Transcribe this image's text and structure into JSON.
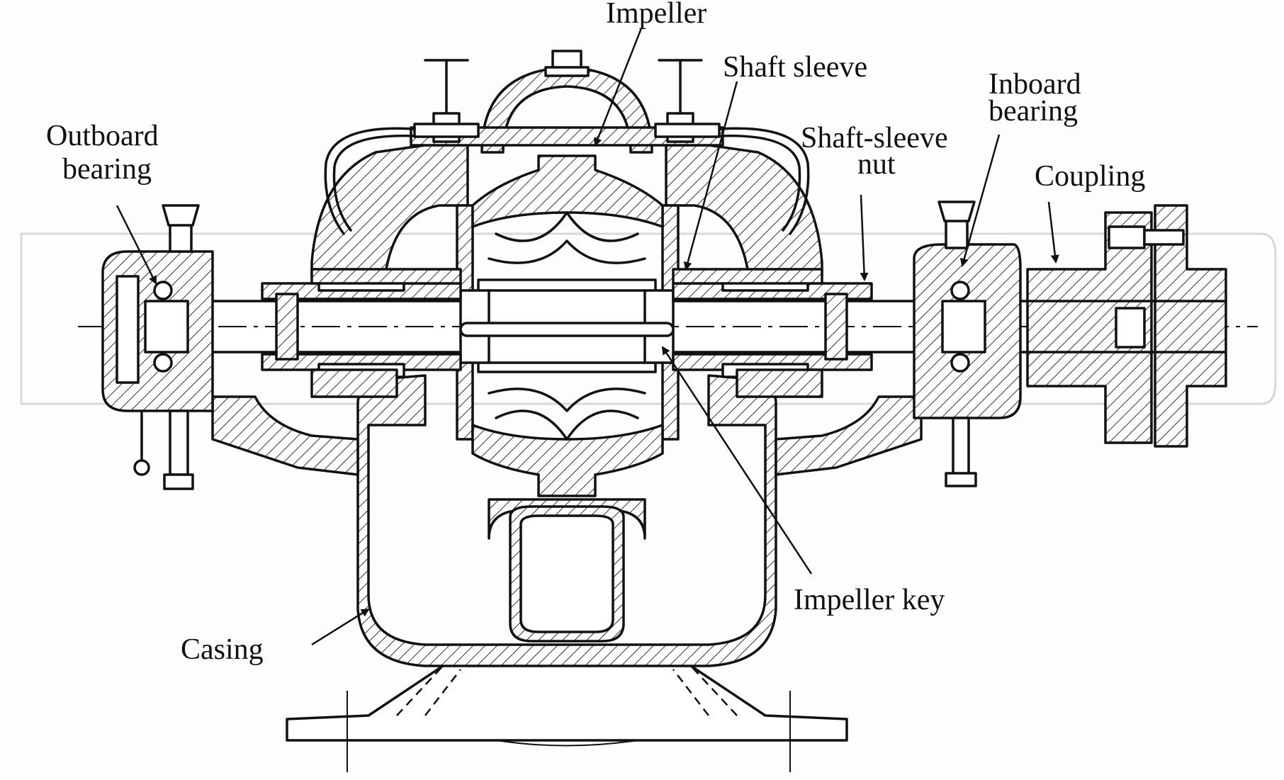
{
  "diagram": {
    "labels": {
      "impeller": "Impeller",
      "shaft_sleeve": "Shaft sleeve",
      "inboard_bearing_1": "Inboard",
      "inboard_bearing_2": "bearing",
      "outboard_bearing_1": "Outboard",
      "outboard_bearing_2": "bearing",
      "shaft_sleeve_nut_1": "Shaft-sleeve",
      "shaft_sleeve_nut_2": "nut",
      "coupling": "Coupling",
      "impeller_key": "Impeller key",
      "casing": "Casing"
    }
  }
}
